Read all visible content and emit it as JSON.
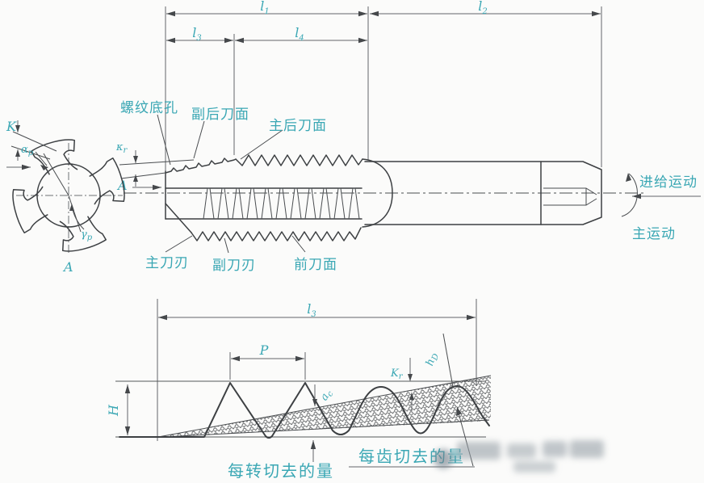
{
  "colors": {
    "label_teal": "#3aa7b4",
    "drawing_line": "#3d4043",
    "dimension_gray": "#63666a",
    "background": "#fbfbfa",
    "watermark_gray": "#97a0a7"
  },
  "side_view": {
    "dims": {
      "l1": {
        "base": "l",
        "sub": "1"
      },
      "l2": {
        "base": "l",
        "sub": "2"
      },
      "l3": {
        "base": "l",
        "sub": "3"
      },
      "l4": {
        "base": "l",
        "sub": "4"
      }
    },
    "kappa_r": {
      "base": "κ",
      "sub": "r"
    },
    "section_arrow_label": "A",
    "labels": {
      "pilot_hole": "螺纹底孔",
      "minor_flank_face": "副后刀面",
      "major_flank_face": "主后刀面",
      "main_cutting_edge": "主刀刃",
      "minor_cutting_edge": "副刀刃",
      "rake_face": "前刀面",
      "feed_motion": "进给运动",
      "main_motion": "主运动"
    }
  },
  "end_view": {
    "relief_k": "K",
    "alpha_p": {
      "base": "α",
      "sub": "p"
    },
    "gamma_p": {
      "base": "γ",
      "sub": "p"
    },
    "view_label": "A"
  },
  "profile_view": {
    "dim_l3": {
      "base": "l",
      "sub": "3"
    },
    "pitch": "P",
    "thread_height": "H",
    "k_r": {
      "base": "K",
      "sub": "r"
    },
    "h_d": {
      "base": "h",
      "sub": "D"
    },
    "a_c": {
      "base": "a",
      "sub": "c"
    },
    "cut_per_revolution": "每转切去的量",
    "cut_per_tooth": "每齿切去的量"
  }
}
